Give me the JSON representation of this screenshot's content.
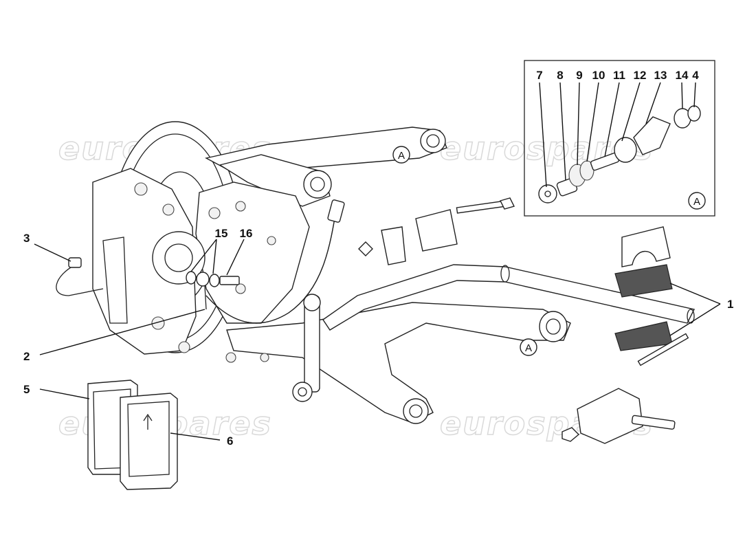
{
  "watermark": {
    "text": "eurospares"
  },
  "callouts": {
    "a_top": "A",
    "a_bottom": "A",
    "a_inset": "A"
  },
  "part_labels": [
    {
      "id": "1",
      "text": "1"
    },
    {
      "id": "2",
      "text": "2"
    },
    {
      "id": "3",
      "text": "3"
    },
    {
      "id": "4",
      "text": "4"
    },
    {
      "id": "5",
      "text": "5"
    },
    {
      "id": "6",
      "text": "6"
    },
    {
      "id": "7",
      "text": "7"
    },
    {
      "id": "8",
      "text": "8"
    },
    {
      "id": "9",
      "text": "9"
    },
    {
      "id": "10",
      "text": "10"
    },
    {
      "id": "11",
      "text": "11"
    },
    {
      "id": "12",
      "text": "12"
    },
    {
      "id": "13",
      "text": "13"
    },
    {
      "id": "14",
      "text": "14"
    },
    {
      "id": "15",
      "text": "15"
    },
    {
      "id": "16",
      "text": "16"
    }
  ]
}
